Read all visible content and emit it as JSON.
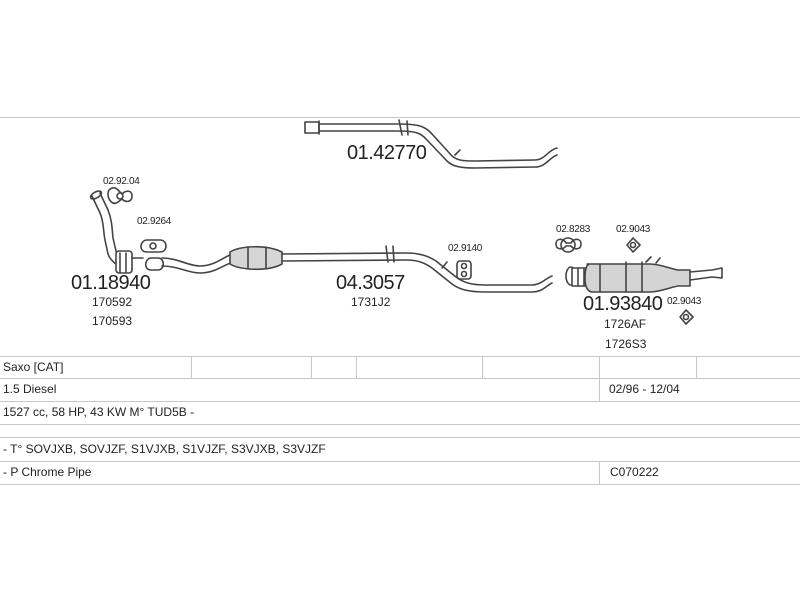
{
  "parts": {
    "top_pipe": "01.42770",
    "front_pipe": "01.18940",
    "front_pipe_ref1": "170592",
    "front_pipe_ref2": "170593",
    "gasket_front": "02.92.04",
    "clamp_front": "02.9264",
    "middle_pipe": "04.3057",
    "middle_pipe_ref": "1731J2",
    "hanger_middle": "02.9140",
    "rear_silencer": "01.93840",
    "rear_silencer_ref1": "1726AF",
    "rear_silencer_ref2": "1726S3",
    "clamp_rear": "02.8283",
    "hanger_rear_top": "02.9043",
    "hanger_rear_bottom": "02.9043"
  },
  "table": {
    "model": "Saxo  [CAT]",
    "engine": "1.5 Diesel",
    "period": "02/96 - 12/04",
    "spec": "1527 cc, 58 HP, 43 KW M° TUD5B -",
    "types": "- T° SOVJXB, SOVJZF, S1VJXB, S1VJZF, S3VJXB, S3VJZF",
    "option": "- P Chrome Pipe",
    "code": "C070222"
  }
}
